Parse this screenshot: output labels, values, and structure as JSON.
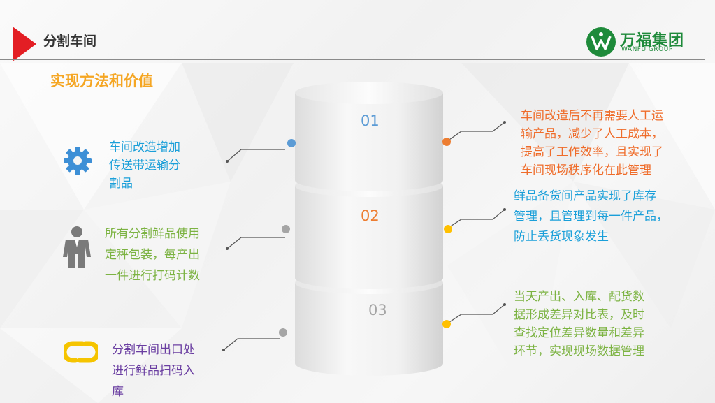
{
  "header": {
    "title": "分割车间",
    "accent_color": "#e31e24"
  },
  "logo": {
    "name_cn": "万福集团",
    "name_en": "WANFU GROUP",
    "color": "#1e8a3a"
  },
  "section": {
    "title": "实现方法和价值",
    "color": "#f5a623"
  },
  "cylinder": {
    "segments": [
      {
        "label": "01",
        "color": "#5b9bd5"
      },
      {
        "label": "02",
        "color": "#ed7d31"
      },
      {
        "label": "03",
        "color": "#a5a5a5"
      }
    ]
  },
  "left_items": [
    {
      "icon": "gear-icon",
      "text_lines": [
        "车间改造增加",
        "传送带运输分",
        "割品"
      ],
      "color": "#1a9fd9",
      "dot_color": "#5b9bd5"
    },
    {
      "icon": "worker-icon",
      "text_lines": [
        "所有分割鲜品使用",
        "定秤包装，每产出",
        "一件进行打码计数"
      ],
      "color": "#7cb342",
      "dot_color": "#a5a5a5"
    },
    {
      "icon": "link-icon",
      "text_lines": [
        "分割车间出口处",
        "进行鲜品扫码入",
        "库"
      ],
      "color": "#6a3ea1",
      "dot_color": "#a5a5a5"
    }
  ],
  "right_items": [
    {
      "text_lines": [
        "车间改造后不再需要人工运",
        "输产品，减少了人工成本，",
        "提高了工作效率，且实现了",
        "车间现场秩序化在此管理"
      ],
      "color": "#ef6c2a",
      "dot_color": "#ed7d31"
    },
    {
      "text_lines": [
        "鲜品备货间产品实现了库存",
        "管理，且管理到每一件产品，",
        "防止丢货现象发生"
      ],
      "color": "#1a9fd9",
      "dot_color": "#ffc000"
    },
    {
      "text_lines": [
        "当天产出、入库、配货数",
        "据形成差异对比表，及时",
        "查找定位差异数量和差异",
        "环节，实现现场数据管理"
      ],
      "color": "#7cb342",
      "dot_color": "#ffc000"
    }
  ]
}
